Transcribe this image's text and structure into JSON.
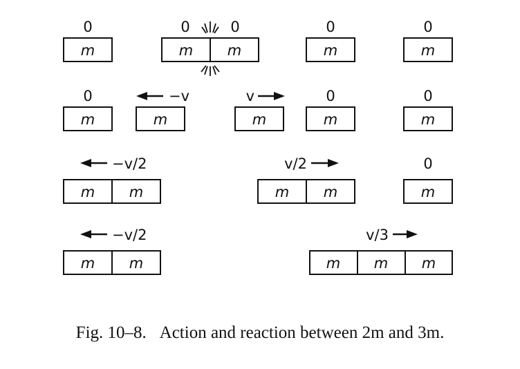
{
  "figure": {
    "caption": {
      "number": "Fig. 10–8.",
      "text": "Action and reaction between 2m and 3m."
    },
    "mass_symbol": "m",
    "rows": [
      {
        "name": "row-1-collision",
        "groups": [
          {
            "name": "group-r1-a",
            "masses": 1,
            "velocity": "0",
            "arrow": "none"
          },
          {
            "name": "group-r1-b",
            "masses": 2,
            "velocity_left": "0",
            "velocity_right": "0",
            "arrow": "none",
            "collision": true
          },
          {
            "name": "group-r1-c",
            "masses": 1,
            "velocity": "0",
            "arrow": "none"
          },
          {
            "name": "group-r1-d",
            "masses": 1,
            "velocity": "0",
            "arrow": "none"
          }
        ]
      },
      {
        "name": "row-2-separation",
        "groups": [
          {
            "name": "group-r2-a",
            "masses": 1,
            "velocity": "0",
            "arrow": "none"
          },
          {
            "name": "group-r2-b",
            "masses": 1,
            "velocity": "−v",
            "arrow": "left"
          },
          {
            "name": "group-r2-c",
            "masses": 1,
            "velocity": "v",
            "arrow": "right"
          },
          {
            "name": "group-r2-d",
            "masses": 1,
            "velocity": "0",
            "arrow": "none"
          },
          {
            "name": "group-r2-e",
            "masses": 1,
            "velocity": "0",
            "arrow": "none"
          }
        ]
      },
      {
        "name": "row-3-pairs",
        "groups": [
          {
            "name": "group-r3-a",
            "masses": 2,
            "velocity": "−v/2",
            "arrow": "left"
          },
          {
            "name": "group-r3-b",
            "masses": 2,
            "velocity": "v/2",
            "arrow": "right"
          },
          {
            "name": "group-r3-c",
            "masses": 1,
            "velocity": "0",
            "arrow": "none"
          }
        ]
      },
      {
        "name": "row-4-final",
        "groups": [
          {
            "name": "group-r4-a",
            "masses": 2,
            "velocity": "−v/2",
            "arrow": "left"
          },
          {
            "name": "group-r4-b",
            "masses": 3,
            "velocity": "v/3",
            "arrow": "right"
          }
        ]
      }
    ]
  }
}
